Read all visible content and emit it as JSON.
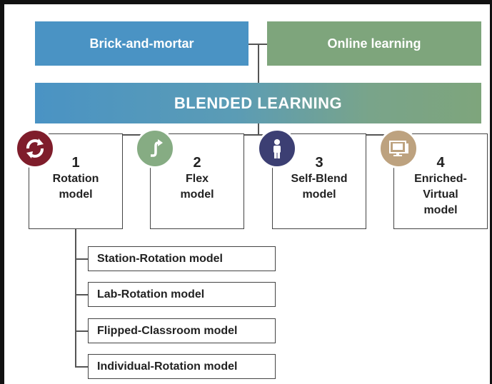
{
  "colors": {
    "blue": "#4a93c4",
    "green": "#7ea57c",
    "maroon": "#7f1d2b",
    "sage": "#86ac83",
    "navy": "#3c3f73",
    "tan": "#bda27f"
  },
  "top": {
    "left_label": "Brick-and-mortar",
    "right_label": "Online learning",
    "center_label": "BLENDED LEARNING"
  },
  "models": [
    {
      "number": "1",
      "label": "Rotation\nmodel",
      "icon": "rotation-arrows-icon"
    },
    {
      "number": "2",
      "label": "Flex\nmodel",
      "icon": "flex-arrow-icon"
    },
    {
      "number": "3",
      "label": "Self-Blend\nmodel",
      "icon": "person-icon"
    },
    {
      "number": "4",
      "label": "Enriched-\nVirtual\nmodel",
      "icon": "computer-screen-icon"
    }
  ],
  "rotation_submodels": [
    "Station-Rotation model",
    "Lab-Rotation model",
    "Flipped-Classroom model",
    "Individual-Rotation model"
  ]
}
